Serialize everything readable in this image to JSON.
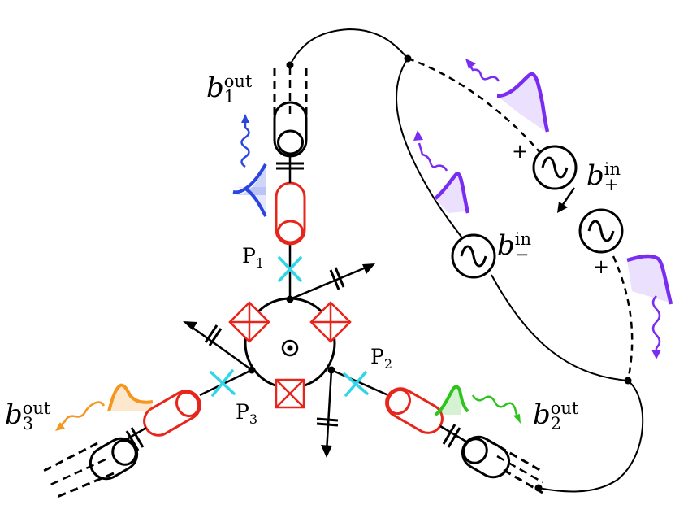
{
  "labels": {
    "b1": {
      "base": "b",
      "sup": "out",
      "sub": "1"
    },
    "b2": {
      "base": "b",
      "sup": "out",
      "sub": "2"
    },
    "b3": {
      "base": "b",
      "sup": "out",
      "sub": "3"
    },
    "bplus": {
      "base": "b",
      "sup": "in",
      "sub": "+"
    },
    "bminus": {
      "base": "b",
      "sup": "in",
      "sub": "−"
    }
  },
  "ports": {
    "p1": {
      "base": "P",
      "sub": "1"
    },
    "p2": {
      "base": "P",
      "sub": "2"
    },
    "p3": {
      "base": "P",
      "sub": "3"
    }
  },
  "signs": {
    "source_top": "+",
    "source_bottom": "+"
  },
  "colors": {
    "resonator": "#e8251b",
    "junction": "#e8251b",
    "port_marker": "#2fd6e8",
    "pulse_1": "#2b45e0",
    "pulse_2": "#2ec41e",
    "pulse_3": "#f5961e",
    "pulse_in": "#7a2df0"
  }
}
